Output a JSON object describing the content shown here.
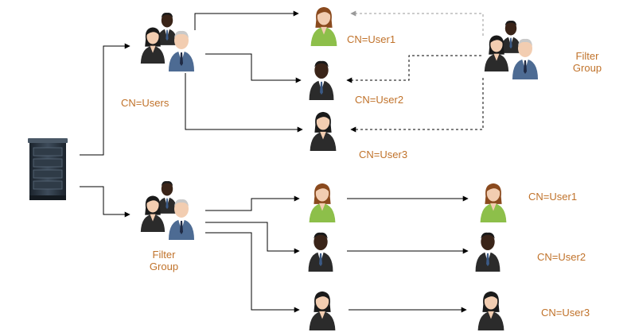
{
  "colors": {
    "label": "#c0722a",
    "edge": "#000000",
    "dashed_edge_top": "#999999",
    "suit_dark": "#2b2b2b",
    "suit_blue": "#4d6b93",
    "suit_green": "#8dbf4a",
    "skin_light": "#f2cdb1",
    "skin_dark": "#3a2418",
    "hair_brown": "#8a4a1e",
    "hair_dark": "#1a1a1a",
    "hair_grey": "#c9c9c9",
    "server": "#2a3440"
  },
  "labels": {
    "cn_users": "CN=Users",
    "user1_top": "CN=User1",
    "user2_top": "CN=User2",
    "user3_top": "CN=User3",
    "filter_group_right": "Filter\nGroup",
    "filter_group_bottom": "Filter\nGroup",
    "user1_bottom": "CN=User1",
    "user2_bottom": "CN=User2",
    "user3_bottom": "CN=User3"
  },
  "icons": {
    "server": "server-rack-icon",
    "group": "user-group-icon",
    "user_woman_green": "user-woman-green-icon",
    "user_man_dark": "user-man-dark-icon",
    "user_woman_dark": "user-woman-dark-icon"
  }
}
